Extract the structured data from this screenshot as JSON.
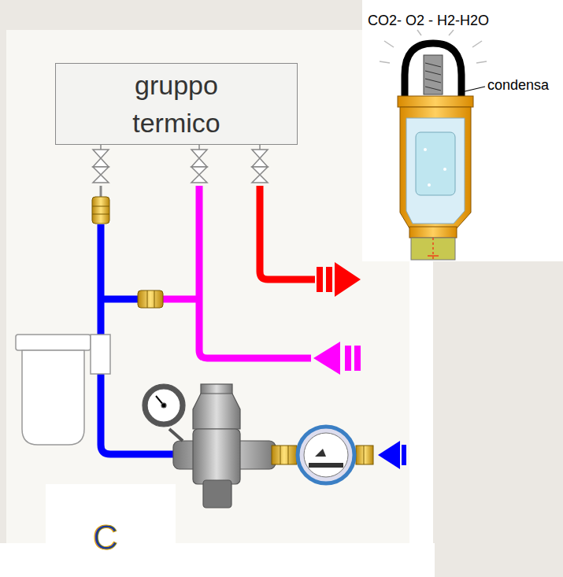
{
  "diagram": {
    "nodes": [
      {
        "text": [
          "gruppo termico"
        ]
      }
    ],
    "edges": [],
    "labels": [
      "C",
      "CO2- O2 - H2-H2O",
      "condensa"
    ]
  }
}
